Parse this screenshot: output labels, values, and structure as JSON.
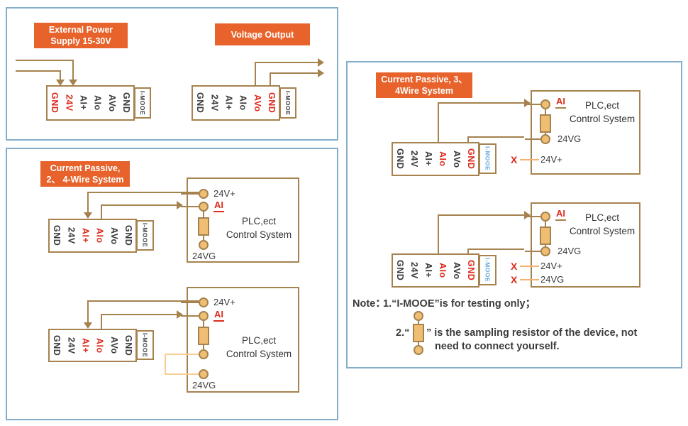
{
  "colors": {
    "panel_border": "#85AECB",
    "accent_orange": "#E7632B",
    "wire_brown": "#A5824E",
    "component_fill": "#F0BE72",
    "jumper_light": "#F6CE93",
    "red": "#DD2B1C",
    "text_dark": "#3b3b3b",
    "imooe_blue": "#62ABDC"
  },
  "headers": {
    "power": {
      "line1": "External Power",
      "line2": "Supply 15-30V"
    },
    "vout": {
      "line1": "Voltage Output"
    },
    "current_24": {
      "line1": "Current Passive,",
      "line2": "2、 4-Wire System"
    },
    "current_34": {
      "line1": "Current Passive, 3、",
      "line2": "4Wire System"
    }
  },
  "blocks": {
    "power": {
      "terminals": [
        {
          "label": "GND",
          "color": "red"
        },
        {
          "label": "24V",
          "color": "red"
        },
        {
          "label": "AI+",
          "color": "dark"
        },
        {
          "label": "AIo",
          "color": "dark"
        },
        {
          "label": "AVo",
          "color": "dark"
        },
        {
          "label": "GND",
          "color": "dark"
        }
      ],
      "imooe": {
        "label": "I-MOOE",
        "color": "dark"
      }
    },
    "vout": {
      "terminals": [
        {
          "label": "GND",
          "color": "dark"
        },
        {
          "label": "24V",
          "color": "dark"
        },
        {
          "label": "AI+",
          "color": "dark"
        },
        {
          "label": "AIo",
          "color": "dark"
        },
        {
          "label": "AVo",
          "color": "red"
        },
        {
          "label": "GND",
          "color": "red"
        }
      ],
      "imooe": {
        "label": "I-MOOE",
        "color": "dark"
      }
    },
    "bl1": {
      "terminals": [
        {
          "label": "GND",
          "color": "dark"
        },
        {
          "label": "24V",
          "color": "dark"
        },
        {
          "label": "AI+",
          "color": "red"
        },
        {
          "label": "AIo",
          "color": "red"
        },
        {
          "label": "AVo",
          "color": "dark"
        },
        {
          "label": "GND",
          "color": "dark"
        }
      ],
      "imooe": {
        "label": "I-MOOE",
        "color": "dark"
      }
    },
    "bl2": {
      "terminals": [
        {
          "label": "GND",
          "color": "dark"
        },
        {
          "label": "24V",
          "color": "dark"
        },
        {
          "label": "AI+",
          "color": "red"
        },
        {
          "label": "AIo",
          "color": "red"
        },
        {
          "label": "AVo",
          "color": "dark"
        },
        {
          "label": "GND",
          "color": "dark"
        }
      ],
      "imooe": {
        "label": "I-MOOE",
        "color": "dark"
      }
    },
    "r1": {
      "terminals": [
        {
          "label": "GND",
          "color": "dark"
        },
        {
          "label": "24V",
          "color": "dark"
        },
        {
          "label": "AI+",
          "color": "dark"
        },
        {
          "label": "AIo",
          "color": "red"
        },
        {
          "label": "AVo",
          "color": "dark"
        },
        {
          "label": "GND",
          "color": "red"
        }
      ],
      "imooe": {
        "label": "I-MOOE",
        "color": "blue"
      }
    },
    "r2": {
      "terminals": [
        {
          "label": "GND",
          "color": "dark"
        },
        {
          "label": "24V",
          "color": "dark"
        },
        {
          "label": "AI+",
          "color": "dark"
        },
        {
          "label": "AIo",
          "color": "red"
        },
        {
          "label": "AVo",
          "color": "dark"
        },
        {
          "label": "GND",
          "color": "red"
        }
      ],
      "imooe": {
        "label": "I-MOOE",
        "color": "blue"
      }
    }
  },
  "plc_boxes": {
    "bl1": {
      "title": "PLC,ect",
      "subtitle": "Control System",
      "t_24vp": "24V+",
      "t_ai": "AI",
      "t_24vg": "24VG"
    },
    "bl2": {
      "title": "PLC,ect",
      "subtitle": "Control System",
      "t_24vp": "24V+",
      "t_ai": "AI",
      "t_24vg": "24VG"
    },
    "r1": {
      "title": "PLC,ect",
      "subtitle": "Control System",
      "t_ai": "AI",
      "t_24vg": "24VG",
      "x_rows": [
        {
          "mark": "X",
          "label": "24V+"
        }
      ]
    },
    "r2": {
      "title": "PLC,ect",
      "subtitle": "Control System",
      "t_ai": "AI",
      "t_24vg": "24VG",
      "x_rows": [
        {
          "mark": "X",
          "label": "24V+"
        },
        {
          "mark": "X",
          "label": "24VG"
        }
      ]
    }
  },
  "note": {
    "label": "Note：",
    "item1": "1.“I-MOOE”is for testing only；",
    "item2_open": "2.“",
    "item2_close": "” is the sampling resistor of the device, not",
    "item2_line2": "need to connect yourself."
  }
}
